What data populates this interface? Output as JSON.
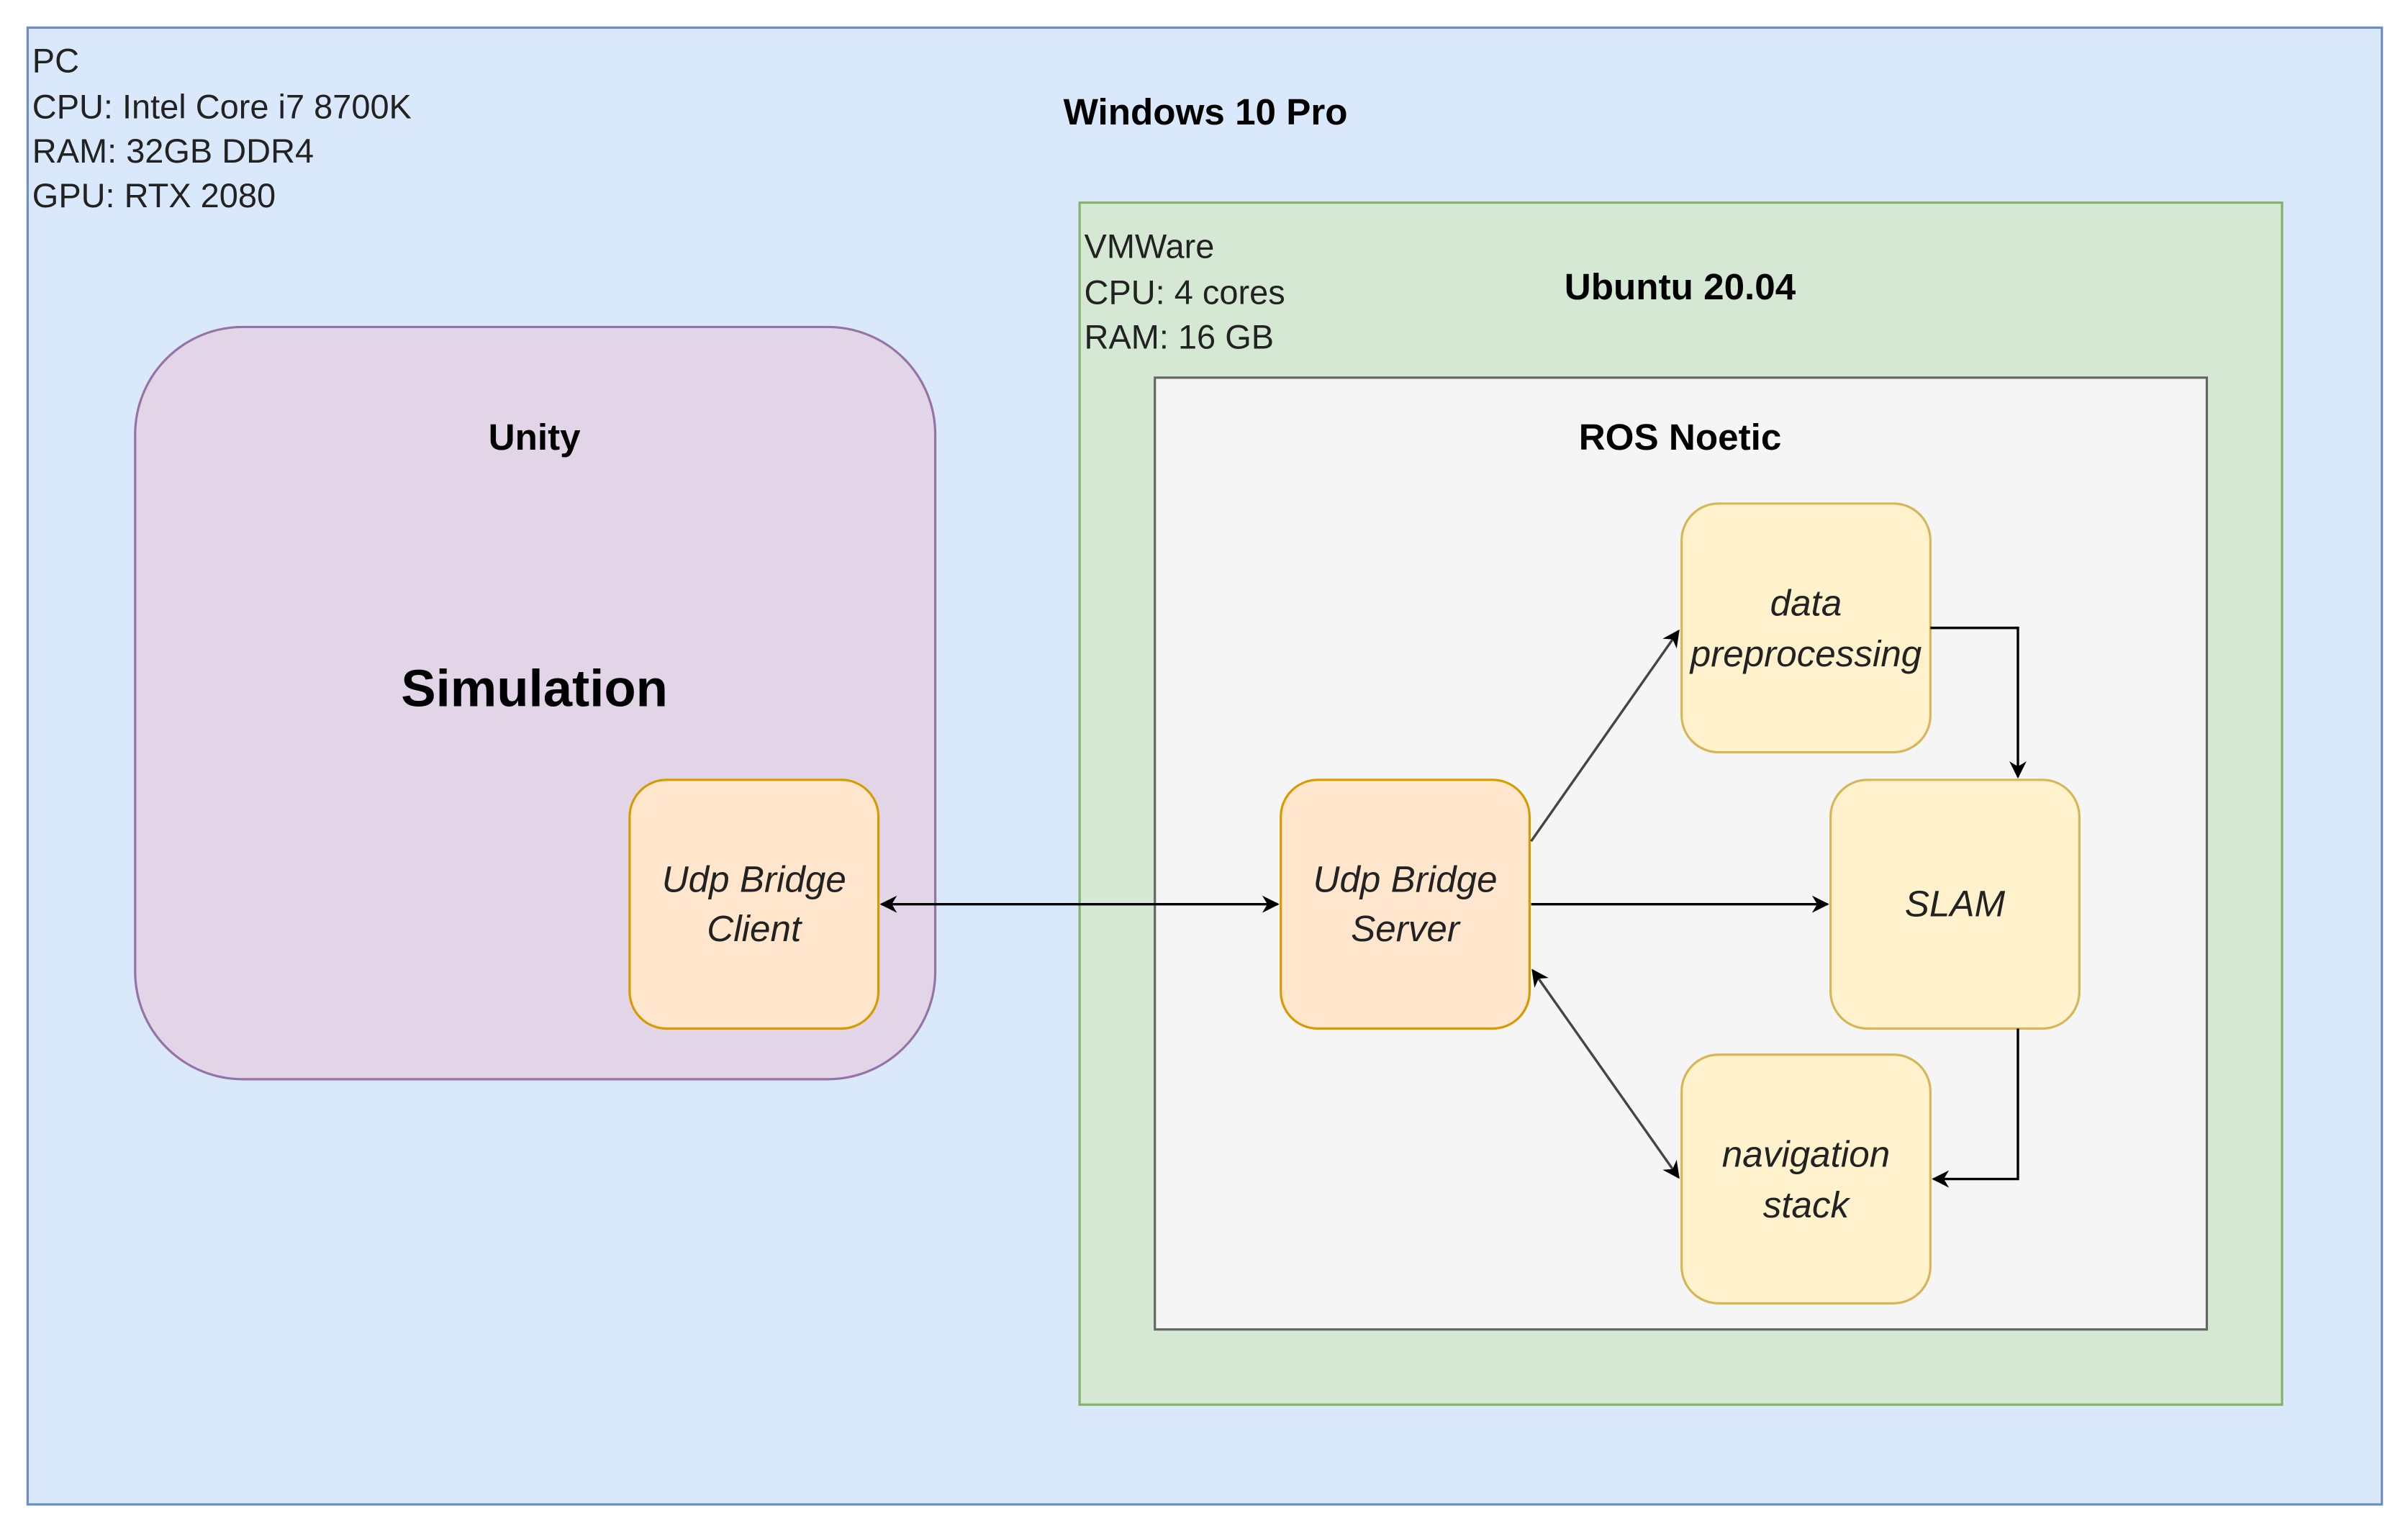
{
  "pc": {
    "info_lines": [
      "PC",
      "CPU: Intel Core i7 8700K",
      "RAM: 32GB DDR4",
      "GPU: RTX 2080"
    ],
    "title": "Windows 10 Pro",
    "fill": "#dae8fc",
    "stroke": "#6c8ebf"
  },
  "unity": {
    "title": "Unity",
    "subtitle": "Simulation",
    "fill": "#e1d5e7",
    "stroke": "#9673a6"
  },
  "vm": {
    "info_lines": [
      "VMWare",
      "CPU: 4 cores",
      "RAM: 16 GB"
    ],
    "title": "Ubuntu 20.04",
    "fill": "#d5e8d4",
    "stroke": "#82b366"
  },
  "ros": {
    "title": "ROS Noetic",
    "fill": "#f5f5f5",
    "stroke": "#666666"
  },
  "nodes": {
    "client": {
      "lines": [
        "Udp Bridge",
        "Client"
      ],
      "fill": "#ffe6cc",
      "stroke": "#d79b00"
    },
    "server": {
      "lines": [
        "Udp Bridge",
        "Server"
      ],
      "fill": "#ffe6cc",
      "stroke": "#d79b00"
    },
    "preprocessing": {
      "lines": [
        "data",
        "preprocessing"
      ],
      "fill": "#fff2cc",
      "stroke": "#d6b656"
    },
    "slam": {
      "lines": [
        "SLAM"
      ],
      "fill": "#fff2cc",
      "stroke": "#d6b656"
    },
    "navigation": {
      "lines": [
        "navigation",
        "stack"
      ],
      "fill": "#fff2cc",
      "stroke": "#d6b656"
    }
  },
  "edges": [
    {
      "from": "client",
      "to": "server",
      "bidirectional": true
    },
    {
      "from": "server",
      "to": "preprocessing",
      "bidirectional": false
    },
    {
      "from": "server",
      "to": "slam",
      "bidirectional": false
    },
    {
      "from": "server",
      "to": "navigation",
      "bidirectional": true
    },
    {
      "from": "preprocessing",
      "to": "slam",
      "bidirectional": false
    },
    {
      "from": "slam",
      "to": "navigation",
      "bidirectional": false
    }
  ]
}
